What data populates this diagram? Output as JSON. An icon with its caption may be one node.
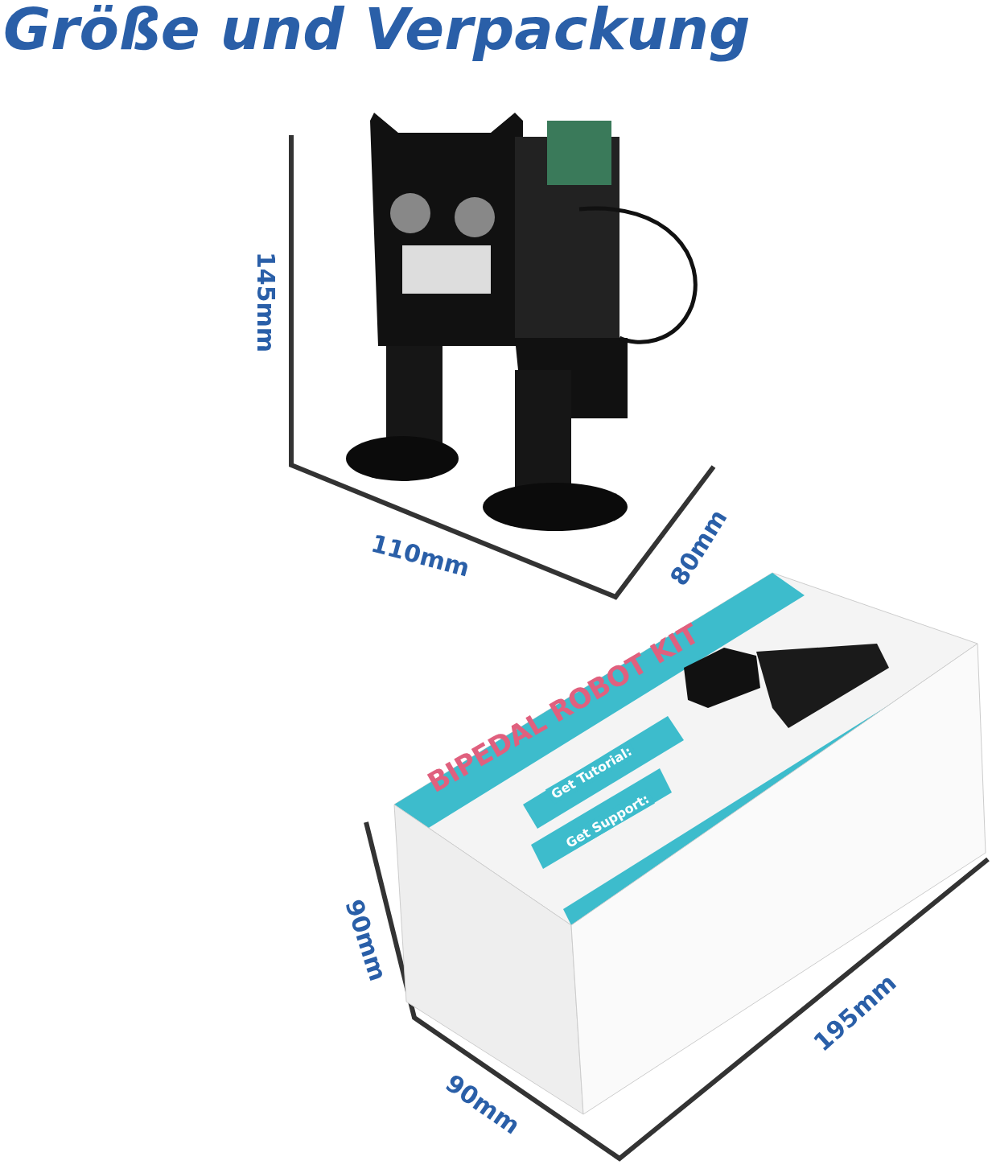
{
  "diagram": {
    "title": "Größe und Verpackung",
    "labels": [
      "145mm",
      "110mm",
      "80mm",
      "BIPEDAL ROBOT KIT",
      "Get Tutorial:",
      "Get Support:",
      "90mm",
      "90mm",
      "195mm"
    ]
  }
}
